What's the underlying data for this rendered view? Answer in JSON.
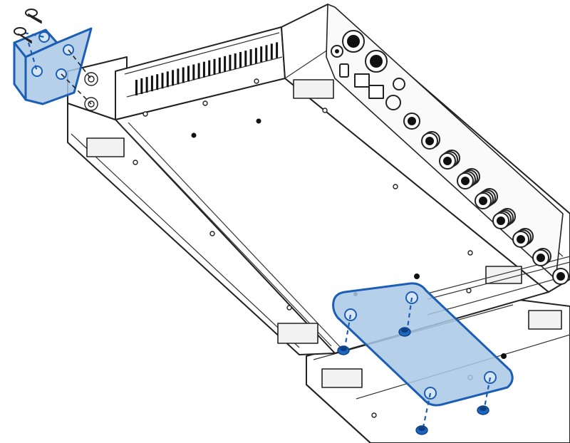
{
  "diagram": {
    "kind": "exploded-assembly-illustration",
    "palette": {
      "background": "#ffffff",
      "line": "#222222",
      "highlight_fill": "#a9c8e6",
      "highlight_stroke": "#1b5eb4",
      "screw_fill": "#1e67c0"
    },
    "parts": [
      {
        "name": "rack-ear-bracket",
        "highlighted": true,
        "screws": 2
      },
      {
        "name": "mounting-plate",
        "highlighted": true,
        "screws": 4
      },
      {
        "name": "device-enclosure",
        "highlighted": false
      },
      {
        "name": "rear-connector-panel",
        "highlighted": false
      }
    ]
  }
}
